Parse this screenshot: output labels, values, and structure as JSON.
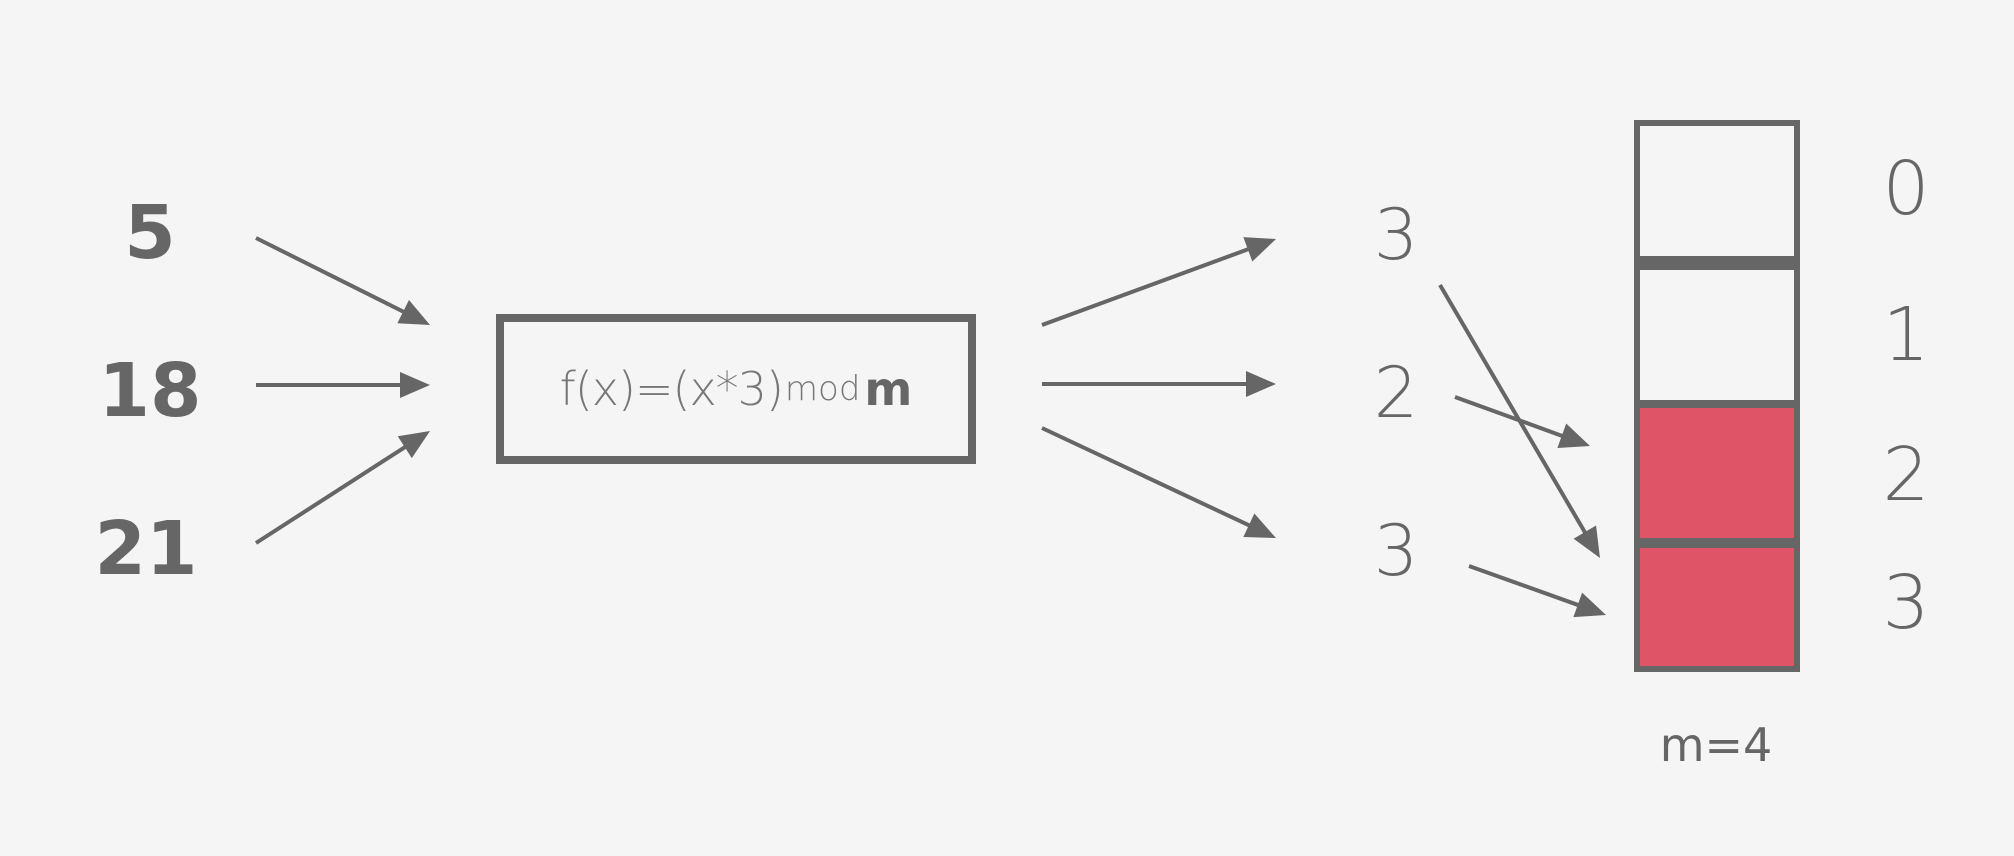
{
  "inputs": [
    "5",
    "18",
    "21"
  ],
  "hash_function": {
    "expr": "f(x)=(x*3)",
    "mod": "mod",
    "m": "m"
  },
  "outputs": [
    "3",
    "2",
    "3"
  ],
  "table": {
    "indices": [
      "0",
      "1",
      "2",
      "3"
    ],
    "filled": [
      false,
      false,
      true,
      true
    ],
    "fill_color": "#e05468",
    "empty_color": "#f5f5f5",
    "border_color": "#666666",
    "size_label": "m=4"
  },
  "colors": {
    "stroke": "#666666",
    "background": "#f5f5f5"
  }
}
